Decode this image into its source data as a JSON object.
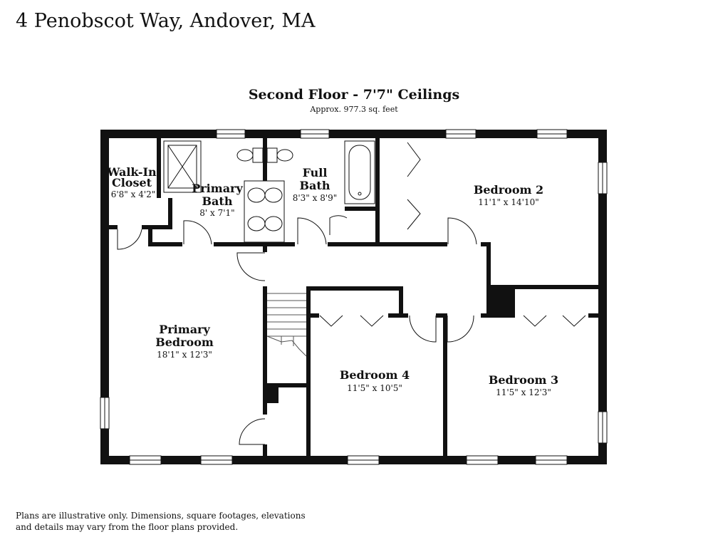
{
  "header": {
    "address": "4 Penobscot Way, Andover, MA",
    "floor_title": "Second Floor - 7'7\" Ceilings",
    "floor_area": "Approx. 977.3 sq. feet"
  },
  "rooms": [
    {
      "name_lines": [
        "Walk-In",
        "Closet"
      ],
      "dimensions": "6'8\" x 4'2\""
    },
    {
      "name_lines": [
        "Primary",
        "Bath"
      ],
      "dimensions": "8' x 7'1\""
    },
    {
      "name_lines": [
        "Full",
        "Bath"
      ],
      "dimensions": "8'3\" x 8'9\""
    },
    {
      "name_lines": [
        "Bedroom 2"
      ],
      "dimensions": "11'1\" x 14'10\""
    },
    {
      "name_lines": [
        "Primary",
        "Bedroom"
      ],
      "dimensions": "18'1\" x 12'3\""
    },
    {
      "name_lines": [
        "Bedroom 4"
      ],
      "dimensions": "11'5\" x 10'5\""
    },
    {
      "name_lines": [
        "Bedroom 3"
      ],
      "dimensions": "11'5\" x 12'3\""
    }
  ],
  "footer": {
    "disclaimer": "Plans are illustrative only. Dimensions, square footages, elevations and details may vary from the floor plans provided."
  }
}
